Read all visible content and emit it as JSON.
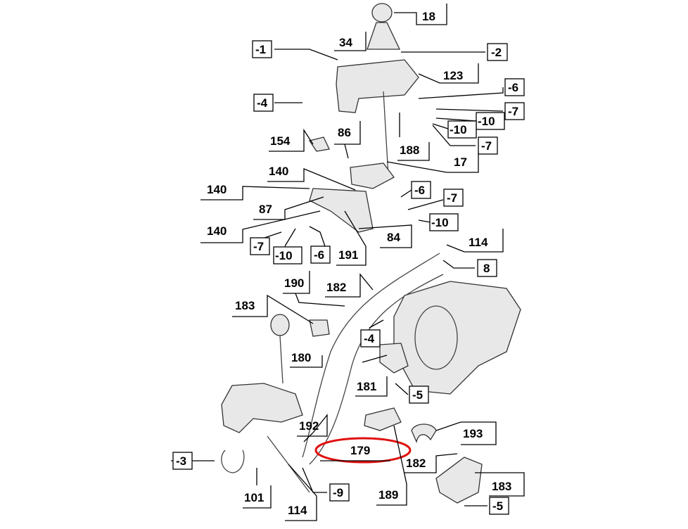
{
  "diagram": {
    "title": "Gear shift linkage exploded parts diagram",
    "highlight_color": "#e01010",
    "highlighted_part": "179",
    "labels": {
      "p18": "18",
      "p34": "34",
      "m1": "-1",
      "m2": "-2",
      "p123": "123",
      "m6a": "-6",
      "m4a": "-4",
      "m7a": "-7",
      "m10a": "-10",
      "m10b": "-10",
      "p154": "154",
      "p86": "86",
      "p188": "188",
      "m7b": "-7",
      "p17": "17",
      "p140a": "140",
      "p140b": "140",
      "m6b": "-6",
      "m7c": "-7",
      "p87": "87",
      "m10c": "-10",
      "p140c": "140",
      "p84": "84",
      "m7d": "-7",
      "m10d": "-10",
      "m6c": "-6",
      "p191": "191",
      "p114a": "114",
      "m8": "8",
      "p190": "190",
      "p182a": "182",
      "p183a": "183",
      "m4b": "-4",
      "p180": "180",
      "p181": "181",
      "m5a": "-5",
      "p192": "192",
      "p193": "193",
      "p179": "179",
      "m3": "-3",
      "p182b": "182",
      "p183b": "183",
      "p101": "101",
      "p189": "189",
      "m9": "-9",
      "p114b": "114",
      "m5b": "-5"
    }
  }
}
